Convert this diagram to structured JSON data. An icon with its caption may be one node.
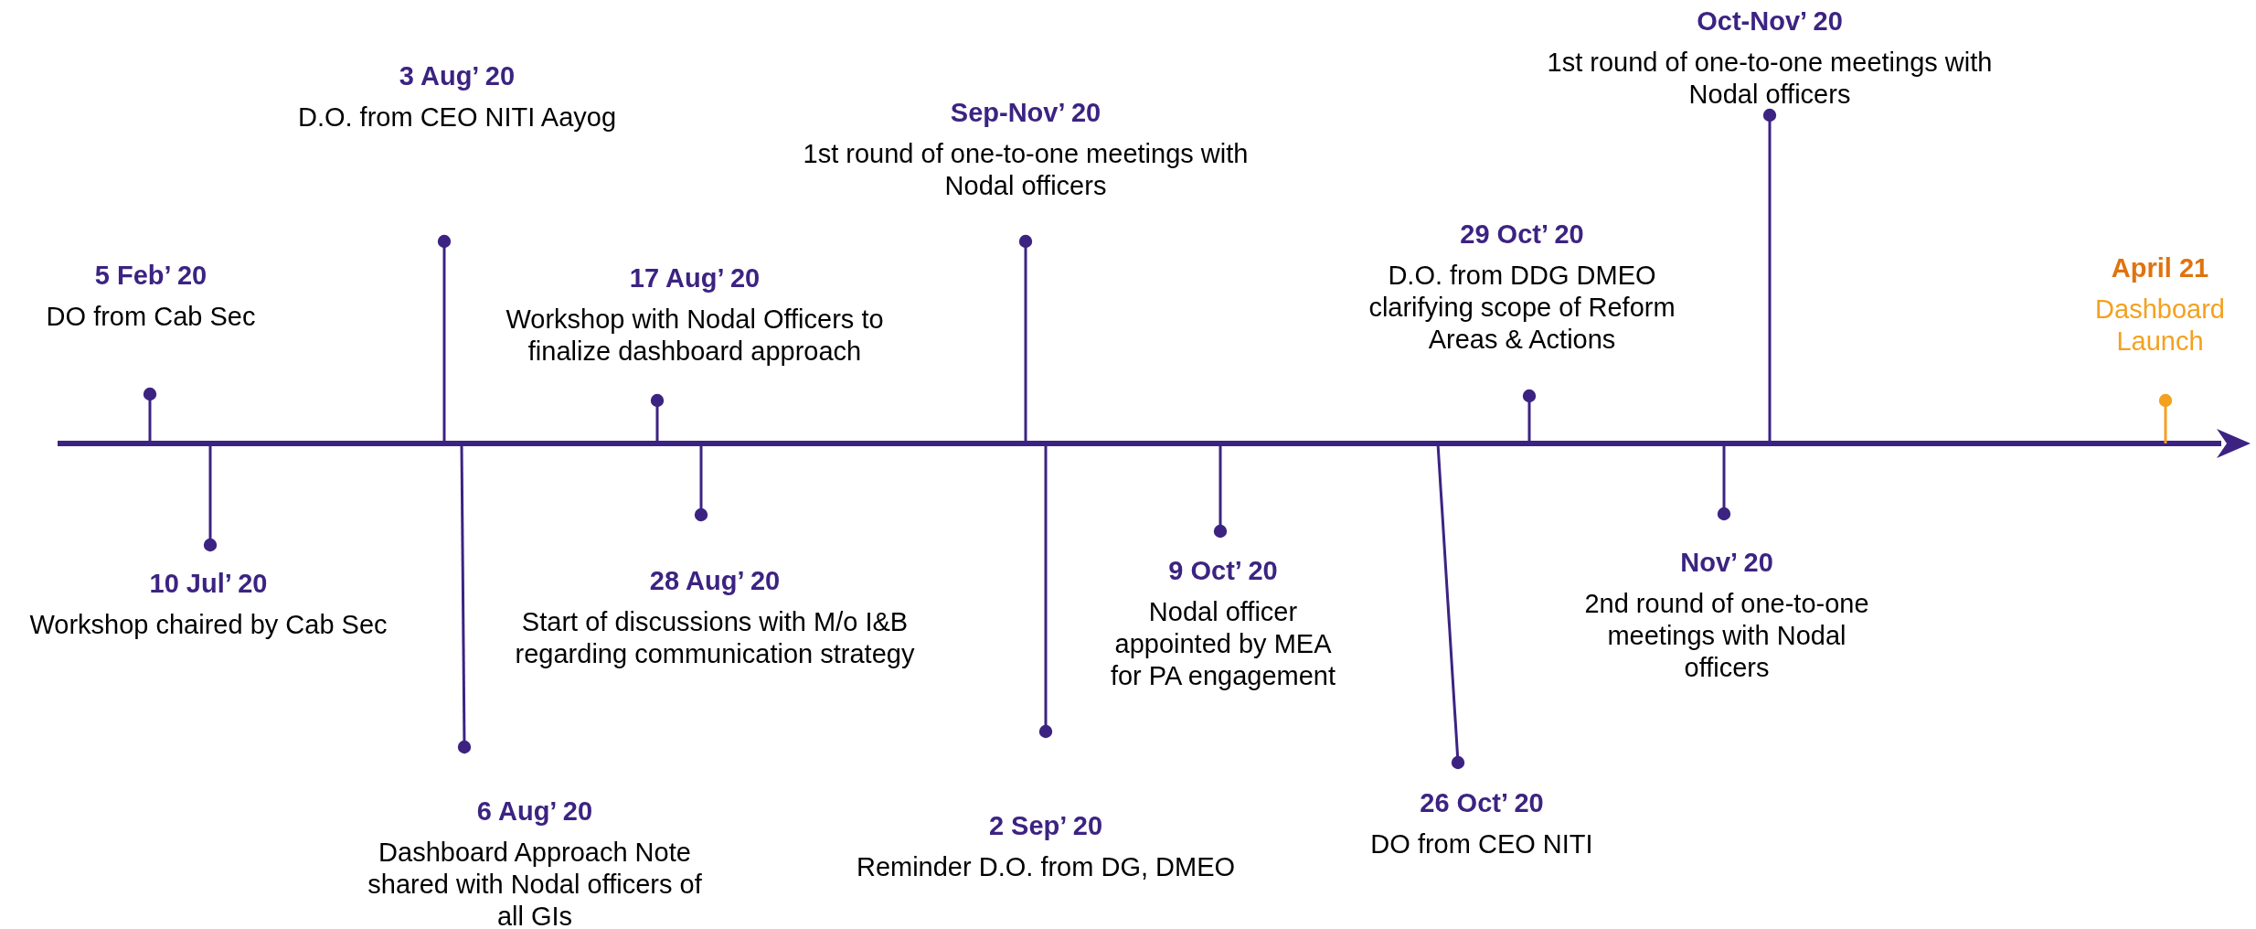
{
  "diagram": {
    "nodes": [
      {
        "text": [
          "5 Feb’ 20",
          "DO from Cab Sec"
        ]
      },
      {
        "text": [
          "10 Jul’ 20",
          "Workshop chaired by Cab Sec"
        ]
      },
      {
        "text": [
          "3 Aug’ 20",
          "D.O. from CEO NITI Aayog"
        ]
      },
      {
        "text": [
          "6 Aug’ 20",
          "Dashboard Approach Note shared with Nodal officers of all GIs"
        ]
      },
      {
        "text": [
          "17 Aug’ 20",
          "Workshop with Nodal Officers to finalize dashboard approach"
        ]
      },
      {
        "text": [
          "28 Aug’ 20",
          "Start of discussions with M/o I&B regarding communication strategy"
        ]
      },
      {
        "text": [
          "Sep-Nov’ 20",
          "1st round of one-to-one meetings with Nodal officers"
        ]
      },
      {
        "text": [
          "2 Sep’ 20",
          "Reminder D.O. from DG, DMEO"
        ]
      },
      {
        "text": [
          "9 Oct’ 20",
          "Nodal officer appointed by MEA for PA engagement"
        ]
      },
      {
        "text": [
          "26 Oct’ 20",
          "DO from CEO NITI"
        ]
      },
      {
        "text": [
          "29 Oct’ 20",
          "D.O. from DDG DMEO clarifying scope of Reform Areas & Actions"
        ]
      },
      {
        "text": [
          "Oct-Nov’ 20",
          "1st round of one-to-one meetings with Nodal officers"
        ]
      },
      {
        "text": [
          "Nov’ 20",
          "2nd round of one-to-one meetings with Nodal officers"
        ]
      },
      {
        "text": [
          "April 21",
          "Dashboard Launch"
        ]
      }
    ],
    "edges": [
      {
        "from": 0,
        "to": null,
        "arrow": "other"
      },
      {
        "from": 1,
        "to": null,
        "arrow": "other"
      },
      {
        "from": 2,
        "to": null,
        "arrow": "other"
      },
      {
        "from": 3,
        "to": null,
        "arrow": "other"
      },
      {
        "from": 4,
        "to": null,
        "arrow": "other"
      },
      {
        "from": 5,
        "to": null,
        "arrow": "other"
      },
      {
        "from": 6,
        "to": null,
        "arrow": "other"
      },
      {
        "from": 7,
        "to": null,
        "arrow": "other"
      },
      {
        "from": 8,
        "to": null,
        "arrow": "other"
      },
      {
        "from": 9,
        "to": null,
        "arrow": "other"
      },
      {
        "from": 10,
        "to": null,
        "arrow": "other"
      },
      {
        "from": 11,
        "to": null,
        "arrow": "other"
      },
      {
        "from": 12,
        "to": null,
        "arrow": "other"
      },
      {
        "from": 13,
        "to": null,
        "arrow": "other",
        "color": "#f3a11f"
      }
    ]
  }
}
